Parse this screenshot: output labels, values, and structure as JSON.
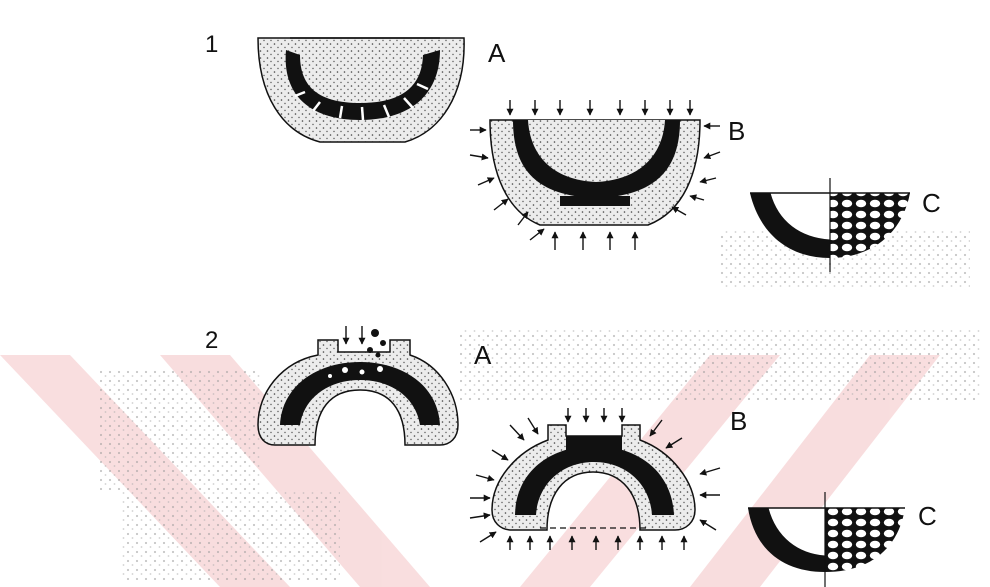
{
  "rows": [
    {
      "number": "1",
      "labels": {
        "a": "A",
        "b": "B",
        "c": "C"
      }
    },
    {
      "number": "2",
      "labels": {
        "a": "A",
        "b": "B",
        "c": "C"
      }
    }
  ],
  "colors": {
    "ink": "#111111",
    "stipple_fill": "#ececec",
    "watermark": "#d9323a"
  }
}
